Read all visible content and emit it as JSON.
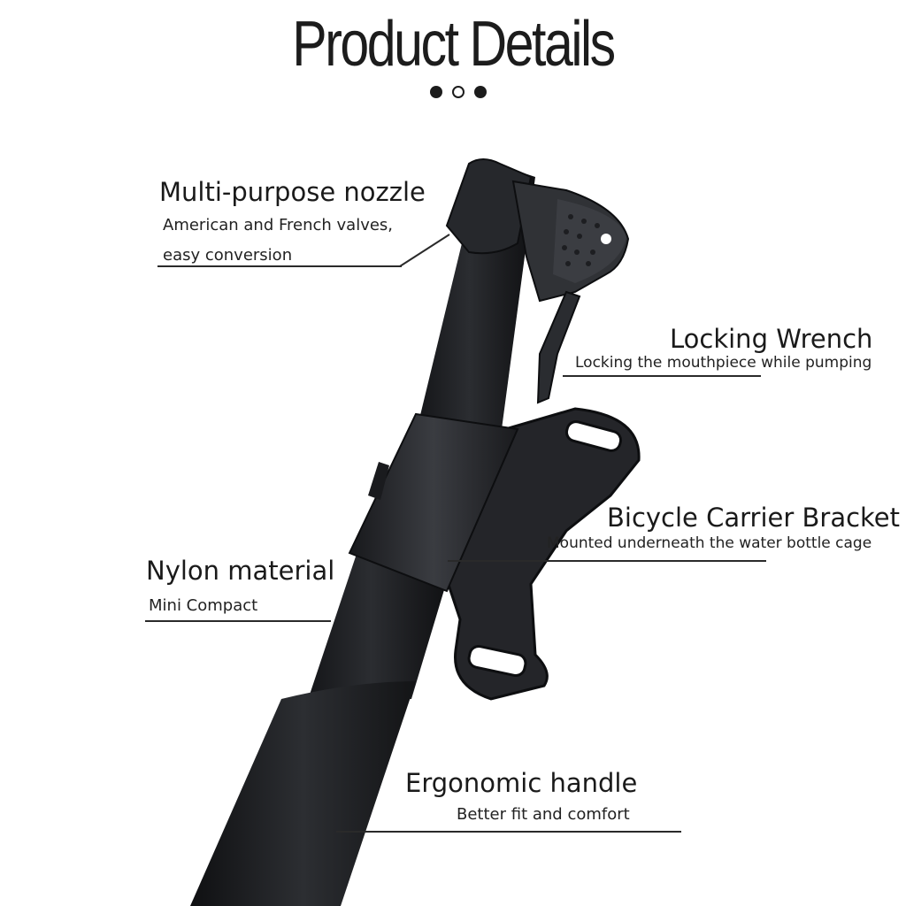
{
  "title": "Product Details",
  "features": {
    "nozzle": {
      "title": "Multi-purpose nozzle",
      "line1": "American and French valves,",
      "line2": "easy conversion"
    },
    "wrench": {
      "title": "Locking Wrench",
      "subtitle": "Locking the mouthpiece while pumping"
    },
    "bracket": {
      "title": "Bicycle Carrier Bracket",
      "subtitle": "Mounted underneath the water bottle cage"
    },
    "nylon": {
      "title": "Nylon material",
      "subtitle": "Mini Compact"
    },
    "handle": {
      "title": "Ergonomic handle",
      "subtitle": "Better fit and comfort"
    }
  },
  "colors": {
    "pump_body": "#1f2023",
    "pump_highlight": "#3a3c40",
    "text": "#1a1a1a"
  }
}
